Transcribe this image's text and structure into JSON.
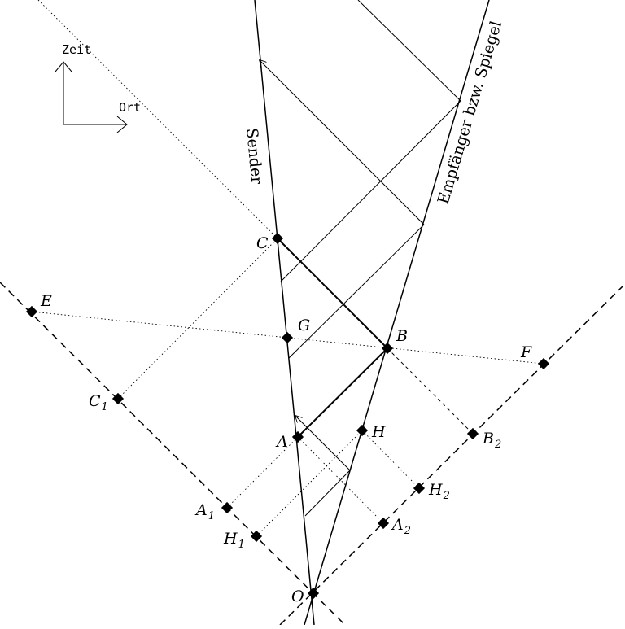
{
  "axes": {
    "time_label": "Zeit",
    "space_label": "Ort"
  },
  "worldlines": {
    "sender_label": "Sender",
    "receiver_label": "Empfänger bzw. Spiegel"
  },
  "points": {
    "O": {
      "name": "O",
      "sub": ""
    },
    "A": {
      "name": "A",
      "sub": ""
    },
    "B": {
      "name": "B",
      "sub": ""
    },
    "C": {
      "name": "C",
      "sub": ""
    },
    "G": {
      "name": "G",
      "sub": ""
    },
    "H": {
      "name": "H",
      "sub": ""
    },
    "E": {
      "name": "E",
      "sub": ""
    },
    "F": {
      "name": "F",
      "sub": ""
    },
    "A1": {
      "name": "A",
      "sub": "1"
    },
    "C1": {
      "name": "C",
      "sub": "1"
    },
    "H1": {
      "name": "H",
      "sub": "1"
    },
    "A2": {
      "name": "A",
      "sub": "2"
    },
    "B2": {
      "name": "B",
      "sub": "2"
    },
    "H2": {
      "name": "H",
      "sub": "2"
    }
  }
}
